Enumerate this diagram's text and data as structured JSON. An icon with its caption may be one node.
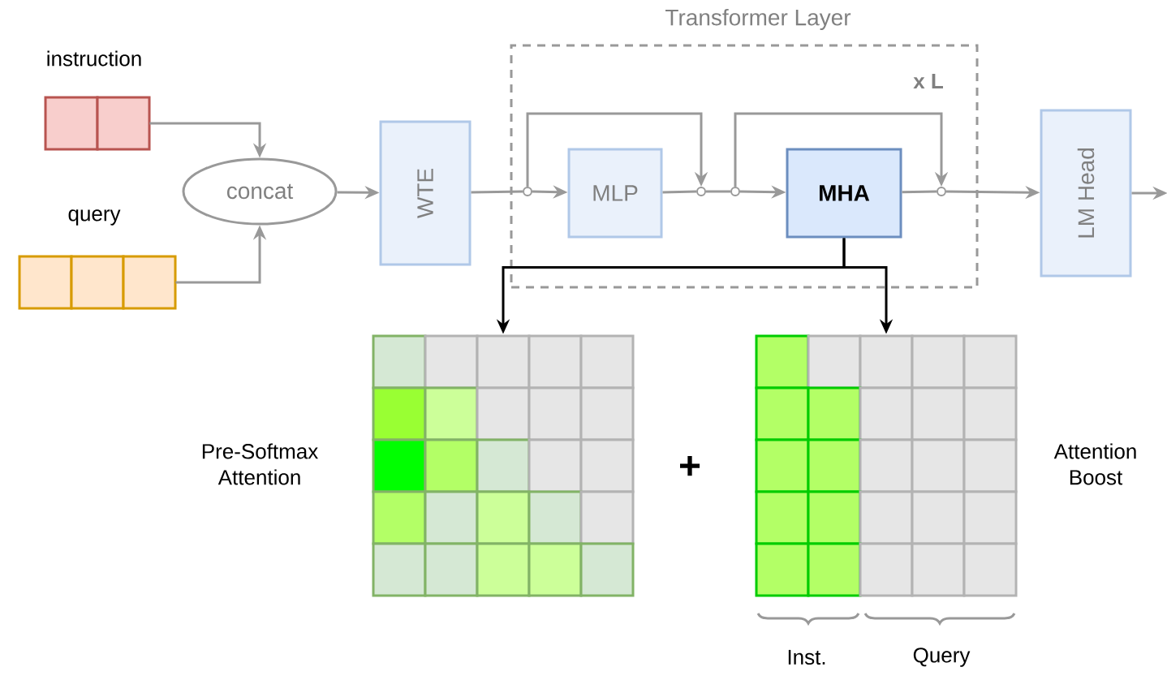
{
  "diagram": {
    "nodes": [
      {
        "text": [
          "instruction"
        ]
      },
      {
        "text": [
          "query"
        ]
      },
      {
        "text": [
          "concat"
        ]
      },
      {
        "text": [
          "WTE"
        ]
      },
      {
        "text": [
          "Transformer Layer",
          "x L"
        ]
      },
      {
        "text": [],
        "shape": "circle",
        "in": 4
      },
      {
        "text": [
          "MLP"
        ],
        "in": 4
      },
      {
        "text": [],
        "shape": "circle",
        "in": 4
      },
      {
        "text": [],
        "shape": "circle",
        "in": 4
      },
      {
        "text": [
          "MHA"
        ],
        "in": 4
      },
      {
        "text": [],
        "shape": "circle",
        "in": 4
      },
      {
        "text": [
          "LM Head"
        ]
      },
      {
        "text": [
          "Pre-Softmax Attention"
        ]
      },
      {
        "text": [
          "Attention Boost"
        ]
      }
    ],
    "edges": [
      {
        "from": 0,
        "to": 2,
        "arrow": "to"
      },
      {
        "from": 1,
        "to": 2,
        "arrow": "to"
      },
      {
        "from": 2,
        "to": 3,
        "arrow": "to"
      },
      {
        "from": 3,
        "to": 5,
        "arrow": "none"
      },
      {
        "from": 5,
        "to": 6,
        "arrow": "to"
      },
      {
        "from": 5,
        "to": 7,
        "arrow": "to"
      },
      {
        "from": 6,
        "to": 7,
        "arrow": "none"
      },
      {
        "from": 7,
        "to": 8,
        "arrow": "none"
      },
      {
        "from": 8,
        "to": 9,
        "arrow": "to"
      },
      {
        "from": 8,
        "to": 10,
        "arrow": "to"
      },
      {
        "from": 9,
        "to": 10,
        "arrow": "none"
      },
      {
        "from": 10,
        "to": 11,
        "arrow": "to"
      },
      {
        "from": 11,
        "to": null,
        "arrow": "to"
      },
      {
        "from": 9,
        "to": 12,
        "arrow": "to",
        "color": "#000000"
      },
      {
        "from": 9,
        "to": 13,
        "arrow": "to",
        "color": "#000000"
      }
    ],
    "labels": [
      "+",
      "Inst.",
      "Query"
    ]
  }
}
